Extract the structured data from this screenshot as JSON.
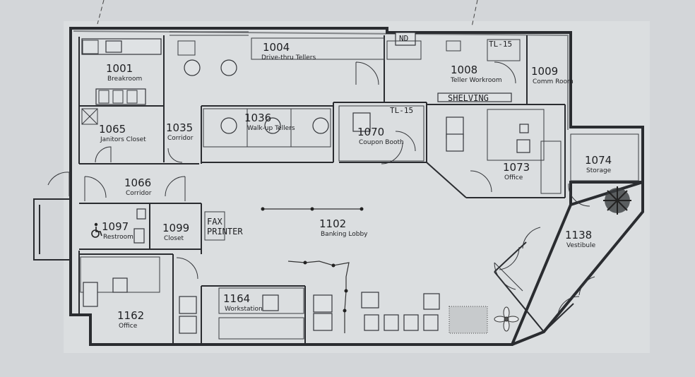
{
  "rooms": [
    {
      "id": "r1001",
      "number": "1001",
      "name": "Breakroom"
    },
    {
      "id": "r1004",
      "number": "1004",
      "name": "Drive-thru Tellers"
    },
    {
      "id": "r1008",
      "number": "1008",
      "name": "Teller Workroom"
    },
    {
      "id": "r1009",
      "number": "1009",
      "name": "Comm Room"
    },
    {
      "id": "r1065",
      "number": "1065",
      "name": "Janitors Closet"
    },
    {
      "id": "r1035",
      "number": "1035",
      "name": "Corridor"
    },
    {
      "id": "r1036",
      "number": "1036",
      "name": "Walk-up Tellers"
    },
    {
      "id": "r1070",
      "number": "1070",
      "name": "Coupon Booth"
    },
    {
      "id": "r1073",
      "number": "1073",
      "name": "Office"
    },
    {
      "id": "r1074",
      "number": "1074",
      "name": "Storage"
    },
    {
      "id": "r1066",
      "number": "1066",
      "name": "Corridor"
    },
    {
      "id": "r1097",
      "number": "1097",
      "name": "Restroom"
    },
    {
      "id": "r1099",
      "number": "1099",
      "name": "Closet"
    },
    {
      "id": "r1102",
      "number": "1102",
      "name": "Banking Lobby"
    },
    {
      "id": "r1138",
      "number": "1138",
      "name": "Vestibule"
    },
    {
      "id": "r1164",
      "number": "1164",
      "name": "Workstation"
    },
    {
      "id": "r1162",
      "number": "1162",
      "name": "Office"
    }
  ],
  "labels": {
    "nd": "ND",
    "tl15_workroom": "TL-15",
    "tl15_coupon": "TL-15",
    "shelving": "SHELVING",
    "fax": "FAX",
    "printer": "PRINTER"
  }
}
